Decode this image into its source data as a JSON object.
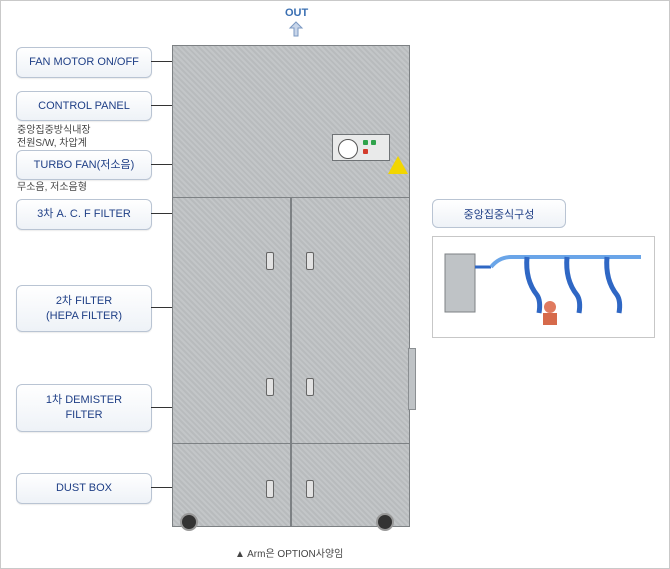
{
  "top": {
    "out_label": "OUT"
  },
  "labels": [
    {
      "name": "fan-motor-onoff-label",
      "text": "FAN MOTOR ON/OFF"
    },
    {
      "name": "control-panel-label",
      "text": "CONTROL PANEL"
    },
    {
      "name": "turbo-fan-label",
      "text": "TURBO FAN(저소음)"
    },
    {
      "name": "third-filter-label",
      "text": "3차 A. C. F FILTER"
    },
    {
      "name": "second-filter-label",
      "text": "2차 FILTER\n(HEPA FILTER)"
    },
    {
      "name": "first-demister-label",
      "text": "1차 DEMISTER\nFILTER"
    },
    {
      "name": "dust-box-label",
      "text": "DUST BOX"
    }
  ],
  "notes": {
    "control_panel": "중앙집중방식내장\n전원S/W, 차압계",
    "turbo_fan": "무소음, 저소음형"
  },
  "system": {
    "label": "중앙집중식구성"
  },
  "caption": "▲ Arm은 OPTION사양임"
}
